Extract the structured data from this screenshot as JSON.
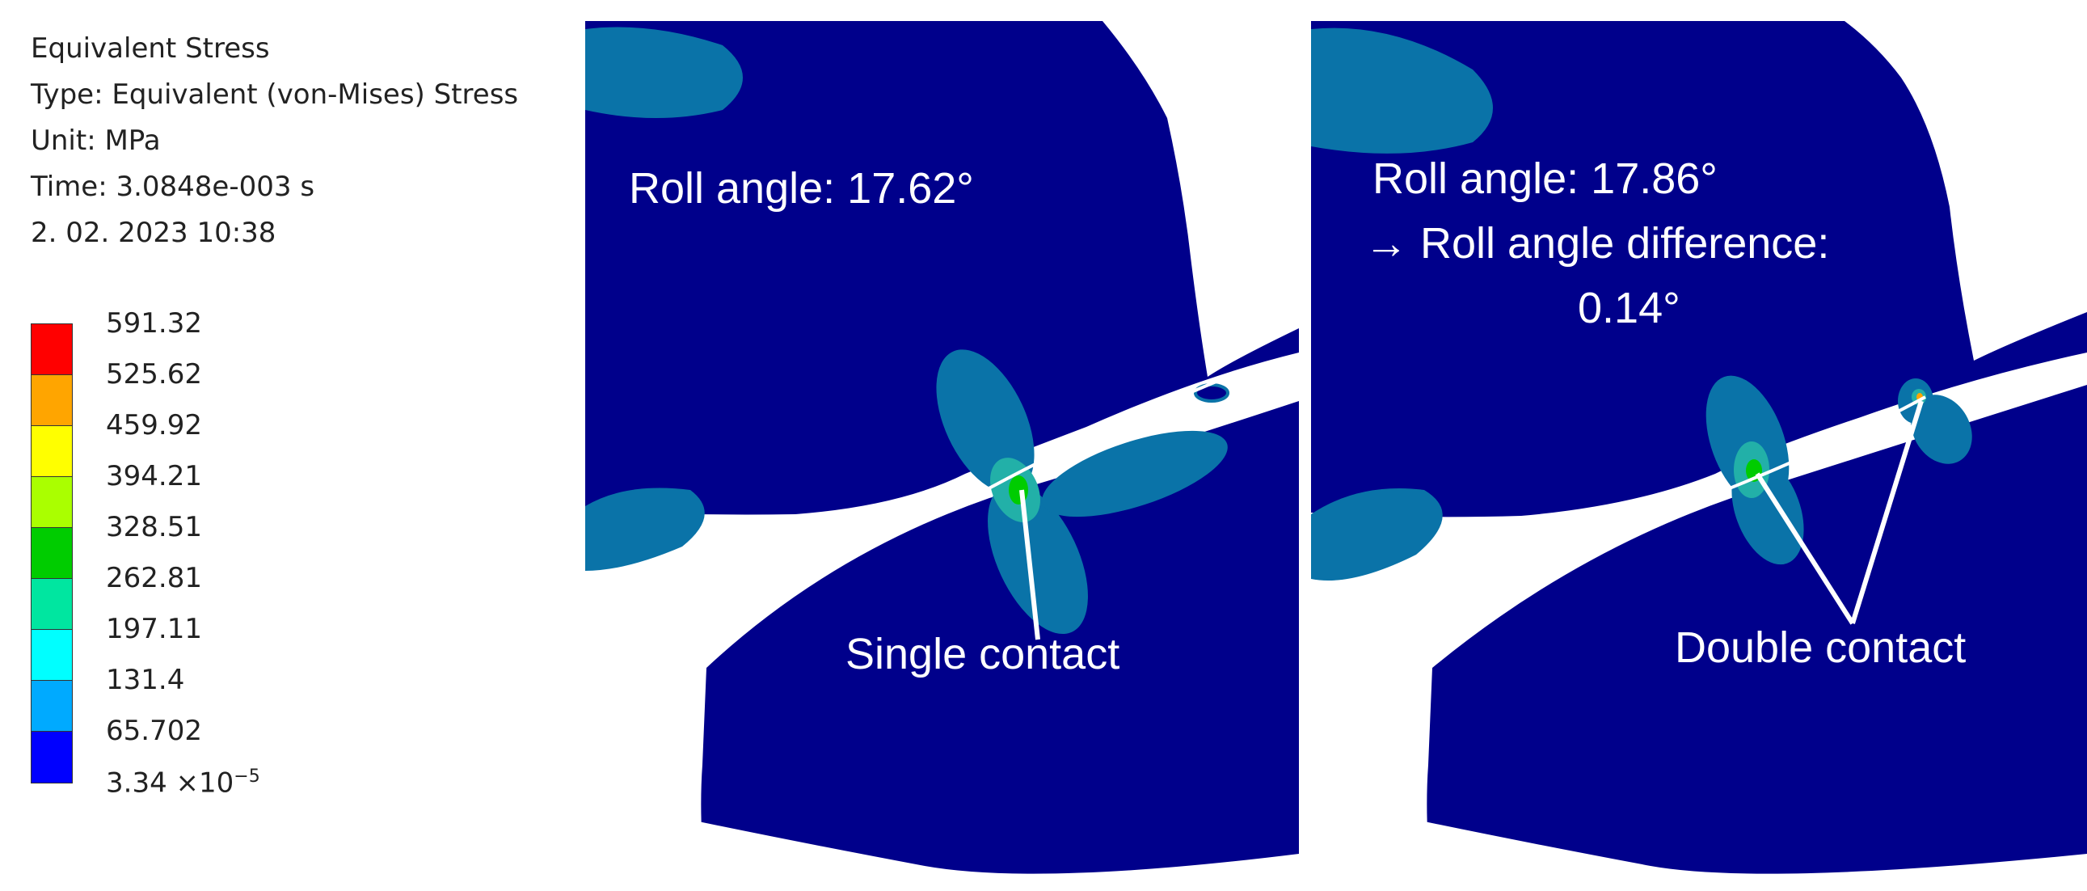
{
  "info": {
    "title": "Equivalent Stress",
    "type": "Type: Equivalent (von-Mises) Stress",
    "unit": "Unit: MPa",
    "time": "Time: 3.0848e-003 s",
    "date": "2. 02. 2023 10:38"
  },
  "legend": {
    "values": [
      "591.32",
      "525.62",
      "459.92",
      "394.21",
      "328.51",
      "262.81",
      "197.11",
      "131.4",
      "65.702"
    ],
    "min_value": "3.34 ×10",
    "min_exponent": "−5",
    "colors": [
      "#ff0000",
      "#ffa500",
      "#ffff00",
      "#aaff00",
      "#00cc00",
      "#00e6a0",
      "#00ffff",
      "#00aaff",
      "#0000ff"
    ]
  },
  "mesh_colors": {
    "background": "#00008b",
    "low_stress": "#0a73a8",
    "mid_stress": "#22b0a8",
    "high_stress": "#00cc00"
  },
  "left_panel": {
    "roll_angle": "Roll angle: 17.62°",
    "contact_label": "Single contact"
  },
  "right_panel": {
    "roll_angle": "Roll angle: 17.86°",
    "difference_line1": "→ Roll angle difference:",
    "difference_line2": "0.14°",
    "contact_label": "Double contact"
  }
}
